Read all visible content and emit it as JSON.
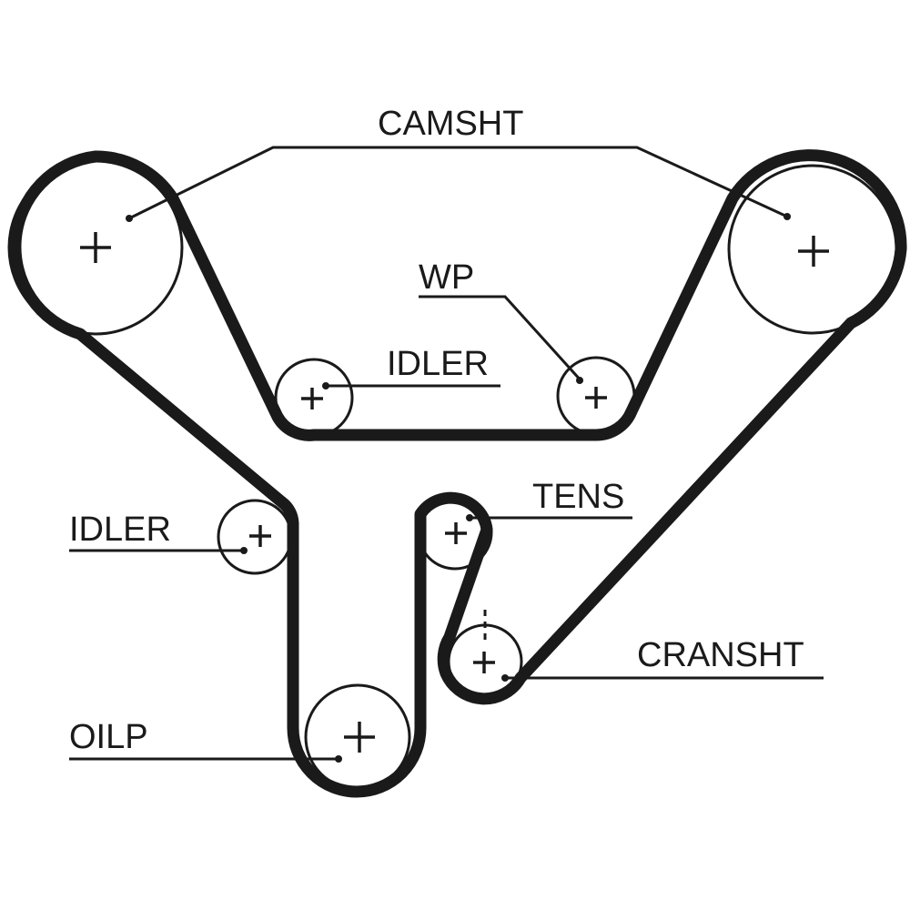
{
  "diagram": {
    "title": "Timing belt routing diagram",
    "colors": {
      "belt": "#1a1a1a",
      "line": "#1a1a1a",
      "background": "#ffffff"
    },
    "pulleys": [
      {
        "id": "camsht-left",
        "label": "CAMSHT"
      },
      {
        "id": "camsht-right",
        "label": "CAMSHT"
      },
      {
        "id": "idler-top",
        "label": "IDLER"
      },
      {
        "id": "wp",
        "label": "WP"
      },
      {
        "id": "idler-left",
        "label": "IDLER"
      },
      {
        "id": "tens",
        "label": "TENS"
      },
      {
        "id": "cransht",
        "label": "CRANSHT"
      },
      {
        "id": "oilp",
        "label": "OILP"
      }
    ],
    "labels": {
      "camsht": "CAMSHT",
      "wp": "WP",
      "idler_top": "IDLER",
      "tens": "TENS",
      "idler_left": "IDLER",
      "cransht": "CRANSHT",
      "oilp": "OILP"
    }
  }
}
